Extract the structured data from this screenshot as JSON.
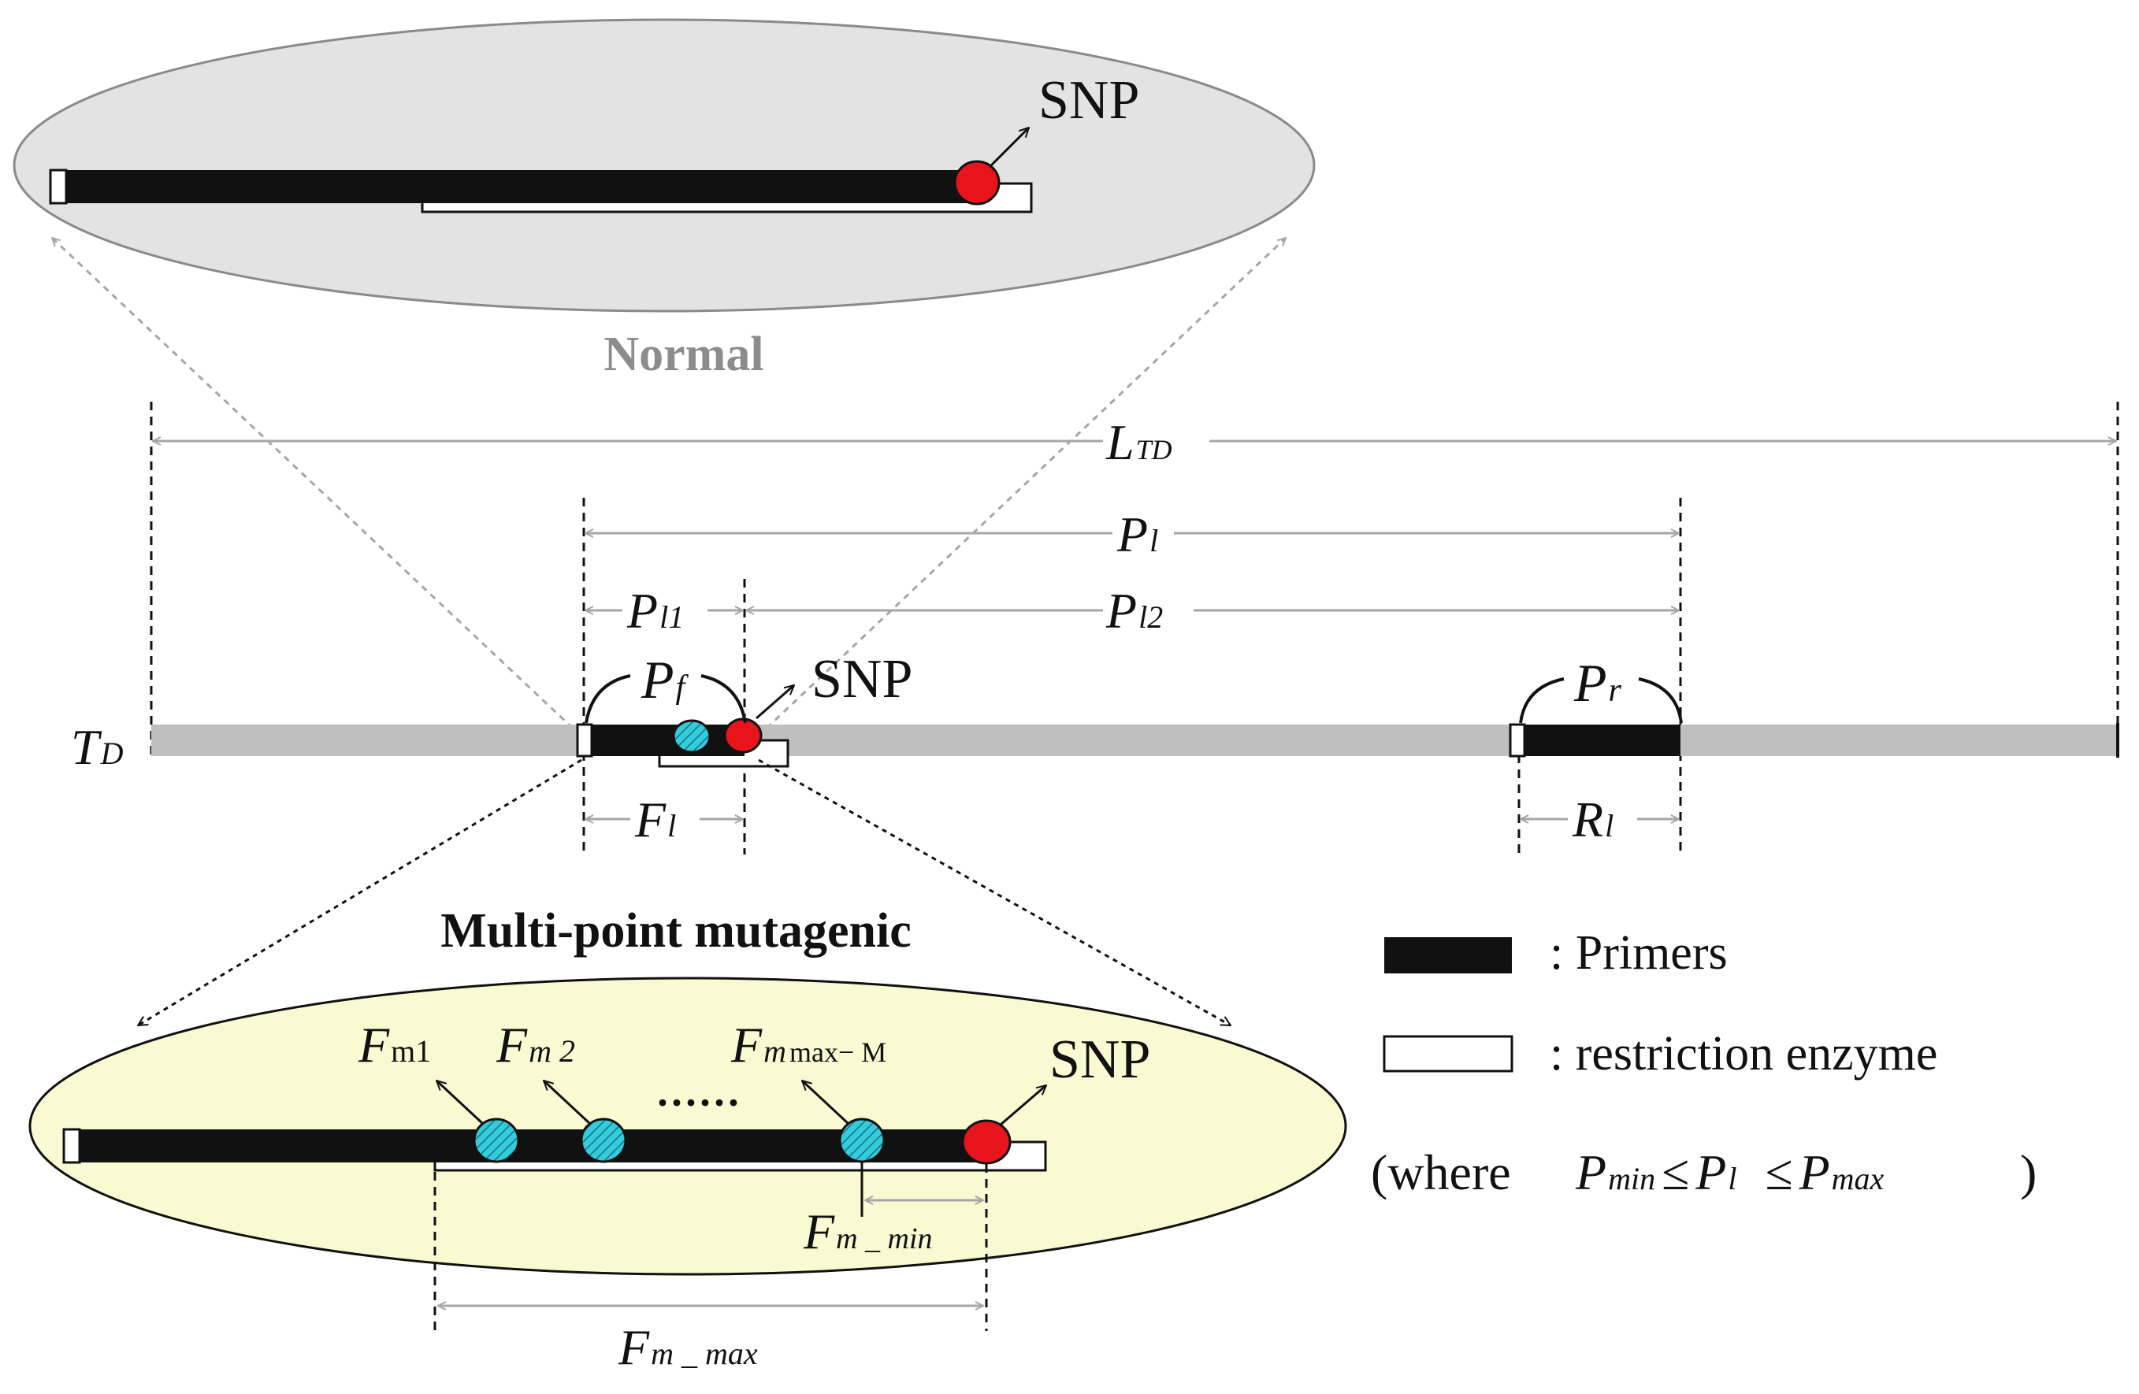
{
  "labels": {
    "snp": "SNP",
    "normal": "Normal",
    "multi_point": "Multi-point mutagenic",
    "td_main": "T",
    "td_sub": "D",
    "ltd_main": "L",
    "ltd_sub": "TD",
    "pl_main": "P",
    "pl_sub": "l",
    "pl1_sub": "l1",
    "pl2_sub": "l2",
    "pf_main": "P",
    "pf_sub": "f",
    "pr_main": "P",
    "pr_sub": "r",
    "fl_main": "F",
    "fl_sub": "l",
    "rl_main": "R",
    "rl_sub": "l",
    "fm1_main": "F",
    "fm1_sub": "m1",
    "fm2_main": "F",
    "fm2_sub": "m 2",
    "fmm_main": "F",
    "fmm_sub1": "m",
    "fmm_sub2": "max− M",
    "dots": "······",
    "fmmin_main": "F",
    "fmmin_sub": "m _ min",
    "fmmax_main": "F",
    "fmmax_sub": "m _ max"
  },
  "legend": {
    "primers": ": Primers",
    "restriction": ": restriction enzyme",
    "where_open": "(where",
    "pmin_main": "P",
    "pmin_sub": "min",
    "leq": "≤",
    "pl_main": "P",
    "pl_sub": "l",
    "pmax_main": "P",
    "pmax_sub": "max",
    "close": ")"
  },
  "colors": {
    "snp_red": "#e8141b",
    "mutation_cyan": "#33ccdd",
    "normal_ellipse": "#e3e3e3",
    "multipoint_ellipse": "#fafad2",
    "strand_gray": "#bfbfbf",
    "arrow_gray": "#a6a6a6",
    "primer_black": "#111111"
  }
}
